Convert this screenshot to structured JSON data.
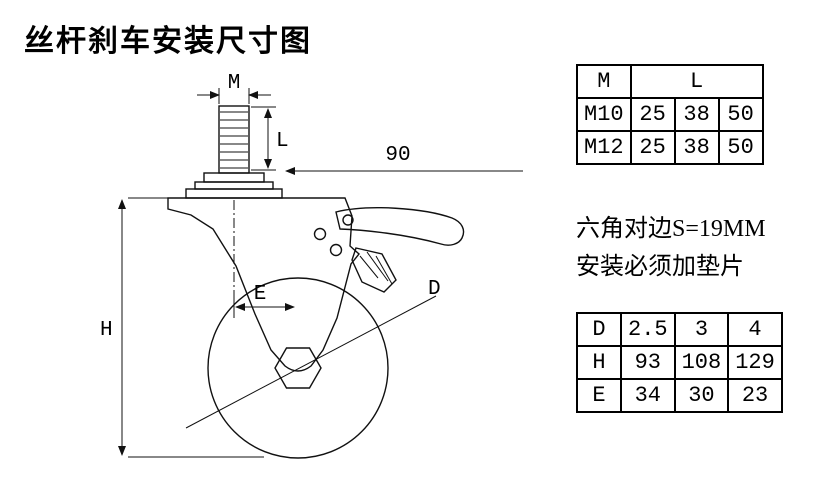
{
  "page": {
    "title": "丝杆刹车安装尺寸图"
  },
  "drawing": {
    "labels": {
      "m": "M",
      "l": "L",
      "len90": "90",
      "h": "H",
      "e": "E",
      "d": "D"
    }
  },
  "notes": {
    "line1": "六角对边S=19MM",
    "line2": "安装必须加垫片"
  },
  "tables": {
    "ml": {
      "header": {
        "col1": "M",
        "col2": "L"
      },
      "rows": [
        [
          "M10",
          "25",
          "38",
          "50"
        ],
        [
          "M12",
          "25",
          "38",
          "50"
        ]
      ]
    },
    "dhe": {
      "rows": [
        [
          "D",
          "2.5",
          "3",
          "4"
        ],
        [
          "H",
          "93",
          "108",
          "129"
        ],
        [
          "E",
          "34",
          "30",
          "23"
        ]
      ]
    }
  }
}
